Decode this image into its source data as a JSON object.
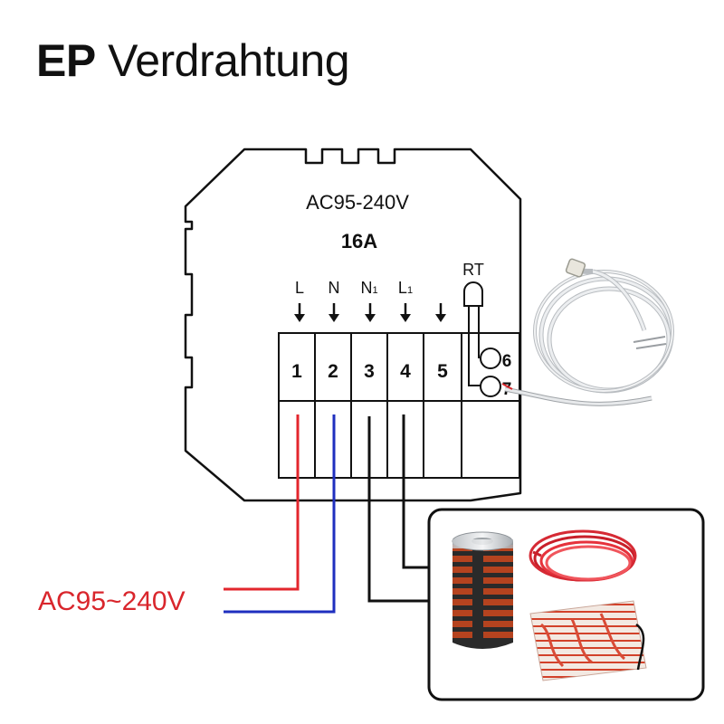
{
  "title": {
    "bold": "EP",
    "rest": "Verdrahtung"
  },
  "device": {
    "voltage": "AC95-240V",
    "current": "16A",
    "sensor_label": "RT"
  },
  "terminals": [
    {
      "number": "1",
      "label": "L",
      "sub": ""
    },
    {
      "number": "2",
      "label": "N",
      "sub": ""
    },
    {
      "number": "3",
      "label": "N",
      "sub": "1"
    },
    {
      "number": "4",
      "label": "L",
      "sub": "1"
    },
    {
      "number": "5",
      "label": "",
      "sub": ""
    }
  ],
  "sensor_terminals": [
    "6",
    "7"
  ],
  "supply_label": "AC95~240V",
  "colors": {
    "live": "#e3262d",
    "neutral": "#1f2fbf",
    "load": "#111111",
    "supply_text": "#d9262c"
  }
}
